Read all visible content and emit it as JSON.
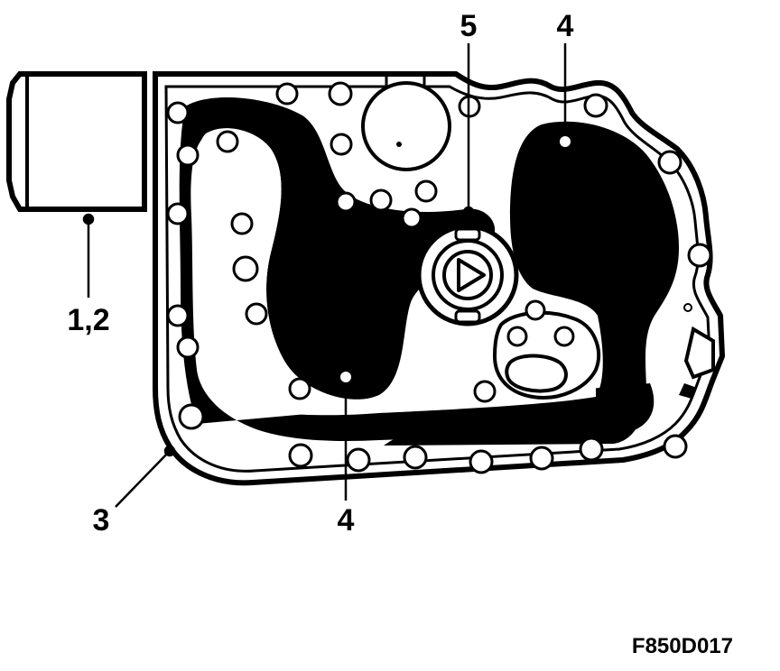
{
  "callouts": {
    "filter_housing": "1,2",
    "pan_outline": "3",
    "sealing_area_center": "4",
    "sealing_area_right": "4",
    "oil_pump": "5"
  },
  "figure_id": "F850D017",
  "colors": {
    "ink": "#000000",
    "paper": "#ffffff"
  }
}
